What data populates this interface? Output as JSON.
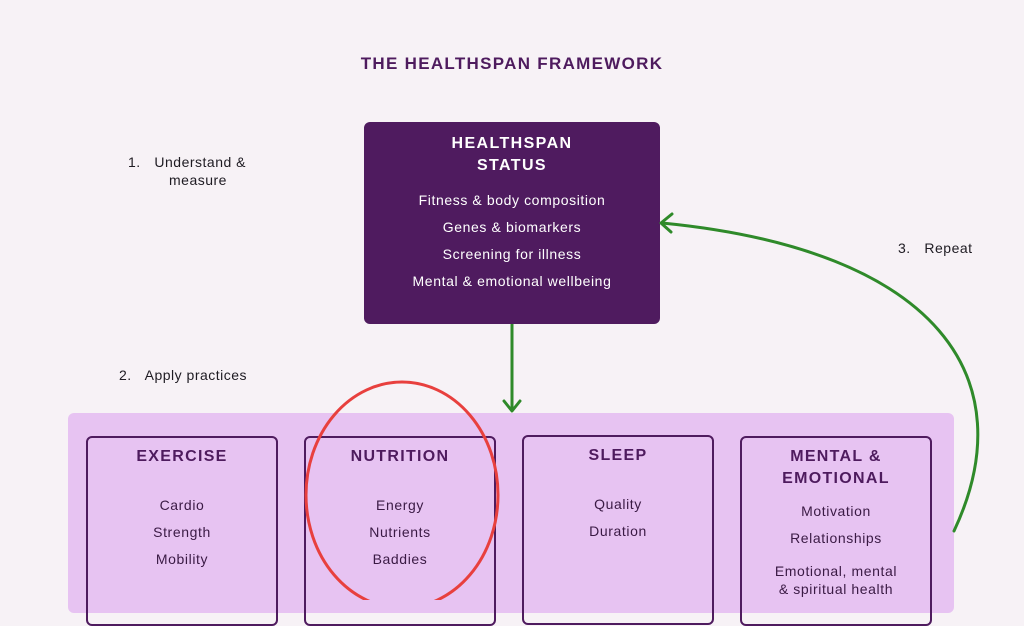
{
  "title": "THE HEALTHSPAN FRAMEWORK",
  "steps": {
    "step1": {
      "number": "1.",
      "line1": "Understand &",
      "line2": "measure"
    },
    "step2": {
      "number": "2.",
      "text": "Apply practices"
    },
    "step3": {
      "number": "3.",
      "text": "Repeat"
    }
  },
  "status": {
    "title_line1": "HEALTHSPAN",
    "title_line2": "STATUS",
    "items": [
      "Fitness & body composition",
      "Genes & biomarkers",
      "Screening for illness",
      "Mental & emotional wellbeing"
    ]
  },
  "practices": [
    {
      "title": "EXERCISE",
      "items": [
        "Cardio",
        "Strength",
        "Mobility"
      ]
    },
    {
      "title": "NUTRITION",
      "items": [
        "Energy",
        "Nutrients",
        "Baddies"
      ]
    },
    {
      "title": "SLEEP",
      "items": [
        "Quality",
        "Duration"
      ]
    },
    {
      "title_line1": "MENTAL &",
      "title_line2": "EMOTIONAL",
      "items": [
        "Motivation",
        "Relationships",
        "Emotional, mental",
        "& spiritual health"
      ]
    }
  ],
  "colors": {
    "background": "#f7f2f6",
    "primary_purple": "#4f1b5f",
    "panel_lilac": "#e7c3f2",
    "arrow_green": "#2f8a2a",
    "highlight_red": "#e8403e"
  }
}
